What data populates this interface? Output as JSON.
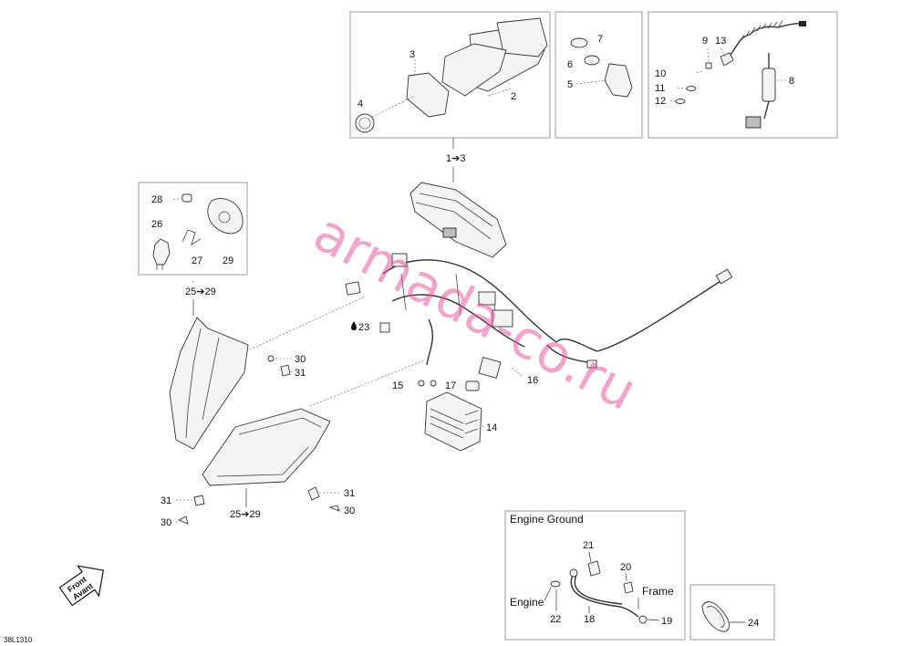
{
  "watermark": "armada-co.ru",
  "drawing_code": "38L1310",
  "front_indicator": {
    "line1": "Front",
    "line2": "Avant"
  },
  "boxes": {
    "engine_ground_title": "Engine Ground",
    "engine_label": "Engine",
    "frame_label": "Frame"
  },
  "callouts": {
    "c1_3": "1➔3",
    "c2": "2",
    "c3": "3",
    "c4": "4",
    "c5": "5",
    "c6": "6",
    "c7": "7",
    "c8": "8",
    "c9": "9",
    "c10": "10",
    "c11": "11",
    "c12": "12",
    "c13": "13",
    "c14": "14",
    "c15": "15",
    "c16": "16",
    "c17": "17",
    "c18": "18",
    "c19": "19",
    "c20": "20",
    "c21": "21",
    "c22": "22",
    "c23": "23",
    "c24": "24",
    "c25_29_top": "25➔29",
    "c25_29_bottom": "25➔29",
    "c26": "26",
    "c27": "27",
    "c28": "28",
    "c29": "29",
    "c30_a": "30",
    "c30_b": "30",
    "c30_c": "30",
    "c31_a": "31",
    "c31_b": "31",
    "c31_c": "31"
  }
}
